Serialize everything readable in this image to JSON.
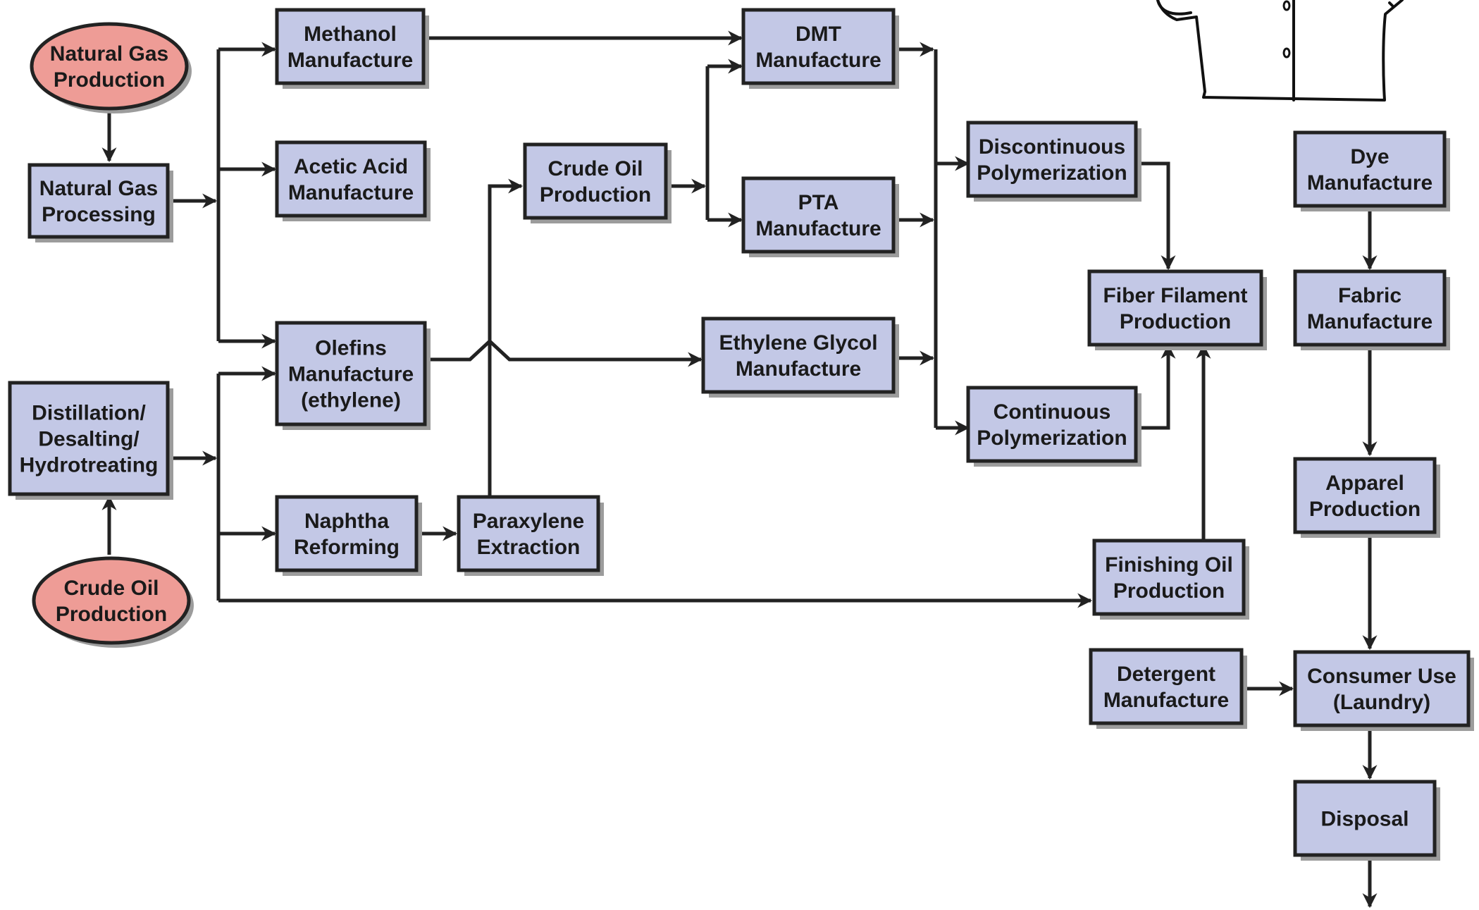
{
  "colors": {
    "box_fill": "#c3c8e6",
    "oval_fill": "#ee9c96",
    "stroke": "#222222",
    "shadow": "#9c9c9c"
  },
  "nodes": {
    "natural_gas_production": [
      "Natural Gas",
      "Production"
    ],
    "natural_gas_processing": [
      "Natural Gas",
      "Processing"
    ],
    "methanol_manufacture": [
      "Methanol",
      "Manufacture"
    ],
    "acetic_acid_manufacture": [
      "Acetic Acid",
      "Manufacture"
    ],
    "olefins_manufacture": [
      "Olefins",
      "Manufacture",
      "(ethylene)"
    ],
    "distillation": [
      "Distillation/",
      "Desalting/",
      "Hydrotreating"
    ],
    "crude_oil_production_oval": [
      "Crude Oil",
      "Production"
    ],
    "naphtha_reforming": [
      "Naphtha",
      "Reforming"
    ],
    "paraxylene_extraction": [
      "Paraxylene",
      "Extraction"
    ],
    "crude_oil_production_box": [
      "Crude Oil",
      "Production"
    ],
    "dmt_manufacture": [
      "DMT",
      "Manufacture"
    ],
    "pta_manufacture": [
      "PTA",
      "Manufacture"
    ],
    "ethylene_glycol_manufacture": [
      "Ethylene Glycol",
      "Manufacture"
    ],
    "discontinuous_polymerization": [
      "Discontinuous",
      "Polymerization"
    ],
    "continuous_polymerization": [
      "Continuous",
      "Polymerization"
    ],
    "fiber_filament_production": [
      "Fiber Filament",
      "Production"
    ],
    "finishing_oil_production": [
      "Finishing Oil",
      "Production"
    ],
    "dye_manufacture": [
      "Dye",
      "Manufacture"
    ],
    "fabric_manufacture": [
      "Fabric",
      "Manufacture"
    ],
    "apparel_production": [
      "Apparel",
      "Production"
    ],
    "detergent_manufacture": [
      "Detergent",
      "Manufacture"
    ],
    "consumer_use": [
      "Consumer Use",
      "(Laundry)"
    ],
    "disposal": [
      "Disposal"
    ]
  }
}
